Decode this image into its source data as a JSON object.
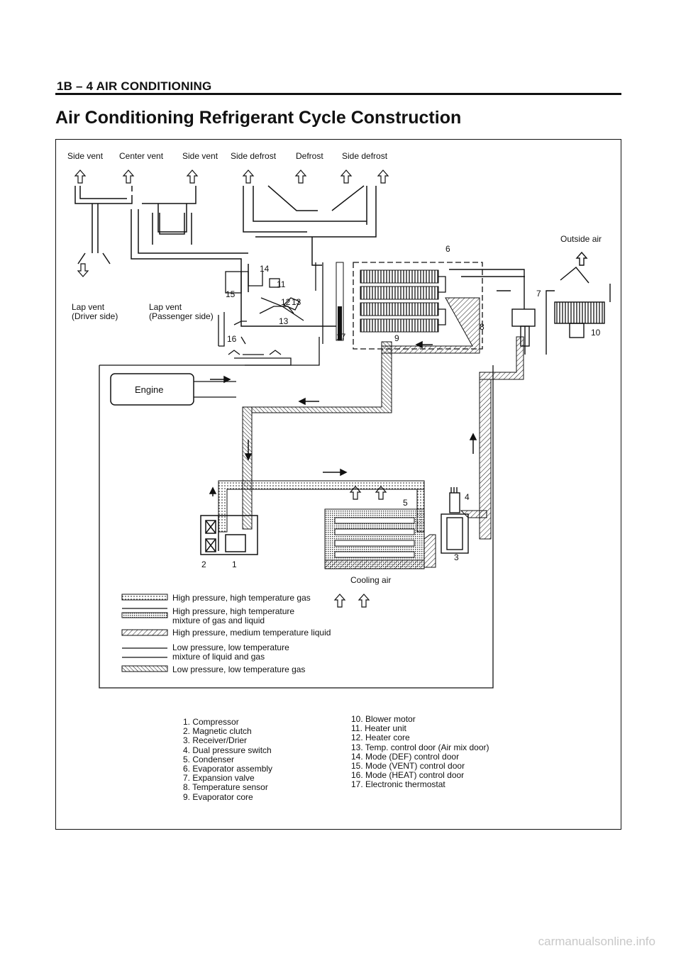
{
  "header": {
    "section": "1B – 4  AIR CONDITIONING"
  },
  "title": "Air Conditioning Refrigerant Cycle Construction",
  "diagram": {
    "vent_labels": [
      "Side vent",
      "Center vent",
      "Side vent",
      "Side defrost",
      "Defrost",
      "Side defrost"
    ],
    "lap_vent_driver": [
      "Lap vent",
      "(Driver side)"
    ],
    "lap_vent_passenger": [
      "Lap vent",
      "(Passenger side)"
    ],
    "outside_air": "Outside air",
    "engine": "Engine",
    "cooling_air": "Cooling air",
    "callouts": [
      "1",
      "2",
      "3",
      "4",
      "5",
      "6",
      "7",
      "8",
      "9",
      "10",
      "11",
      "12",
      "13",
      "13",
      "14",
      "15",
      "16",
      "17"
    ]
  },
  "legend": [
    {
      "lines": [
        "High pressure, high temperature gas"
      ],
      "pattern": "dots"
    },
    {
      "lines": [
        "High pressure, high temperature",
        "mixture of gas and liquid"
      ],
      "pattern": "fine-dots"
    },
    {
      "lines": [
        "High pressure, medium temperature liquid"
      ],
      "pattern": "diag-right"
    },
    {
      "lines": [
        "Low pressure, low temperature",
        "mixture of liquid and gas"
      ],
      "pattern": "lines"
    },
    {
      "lines": [
        "Low pressure, low temperature gas"
      ],
      "pattern": "diag-left"
    }
  ],
  "parts_left": [
    "1. Compressor",
    "2. Magnetic clutch",
    "3. Receiver/Drier",
    "4. Dual pressure switch",
    "5. Condenser",
    "6. Evaporator assembly",
    "7. Expansion valve",
    "8. Temperature sensor",
    "9. Evaporator core"
  ],
  "parts_right": [
    "10. Blower motor",
    "11. Heater unit",
    "12. Heater core",
    "13. Temp. control door (Air mix door)",
    "14. Mode (DEF) control door",
    "15. Mode (VENT) control door",
    "16. Mode (HEAT) control door",
    "17. Electronic thermostat"
  ],
  "footer": "carmanualsonline.info"
}
